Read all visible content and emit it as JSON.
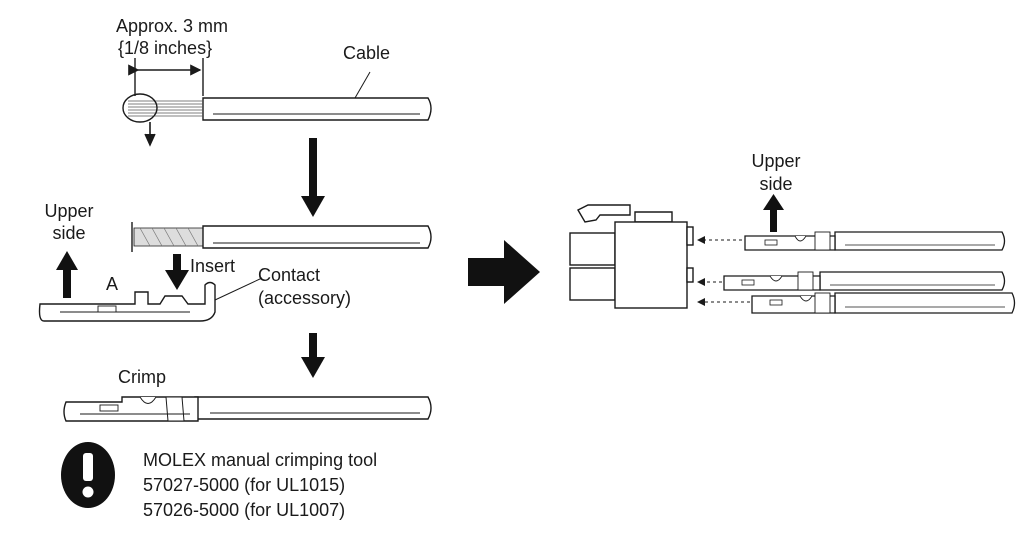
{
  "labels": {
    "strip_length": "Approx. 3 mm",
    "strip_length_inches": "{1/8 inches}",
    "cable": "Cable",
    "upper_side_left_line1": "Upper",
    "upper_side_left_line2": "side",
    "point_a": "A",
    "insert": "Insert",
    "contact_line1": "Contact",
    "contact_line2": "(accessory)",
    "crimp": "Crimp",
    "upper_side_right_line1": "Upper",
    "upper_side_right_line2": "side"
  },
  "note": {
    "icon": "exclamation-icon",
    "line1": "MOLEX manual crimping tool",
    "line2": "57027-5000 (for UL1015)",
    "line3": "57026-5000 (for UL1007)"
  },
  "colors": {
    "ink": "#1a1a1a",
    "arrow": "#111111",
    "fill": "#ffffff"
  }
}
